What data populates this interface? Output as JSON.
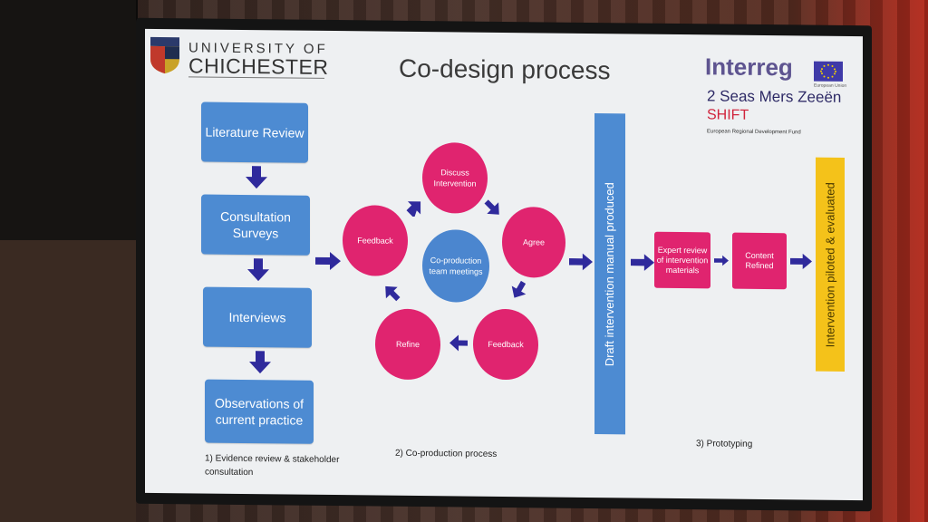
{
  "logo": {
    "line1": "UNIVERSITY OF",
    "line2": "CHICHESTER"
  },
  "slide_title": "Co-design process",
  "partner": {
    "name": "Interreg",
    "flag_text": "European Union",
    "program": "2 Seas Mers Zeeën",
    "project": "SHIFT",
    "fund": "European Regional Development Fund"
  },
  "evidence": {
    "steps": [
      "Literature Review",
      "Consultation Surveys",
      "Interviews",
      "Observations of current practice"
    ],
    "caption": "1) Evidence review & stakeholder consultation"
  },
  "coproduction": {
    "center": "Co-production team meetings",
    "nodes": [
      "Discuss Intervention",
      "Agree",
      "Feedback",
      "Refine",
      "Feedback"
    ],
    "caption": "2) Co-production process"
  },
  "draft_bar": "Draft intervention manual produced",
  "prototyping": {
    "boxes": [
      "Expert review of intervention materials",
      "Content Refined"
    ],
    "caption": "3) Prototyping"
  },
  "final_bar": "Intervention piloted & evaluated",
  "colors": {
    "blue": "#4d8bd2",
    "pink": "#e0246f",
    "yellow": "#f4c21a",
    "arrow": "#2f2a9c"
  }
}
